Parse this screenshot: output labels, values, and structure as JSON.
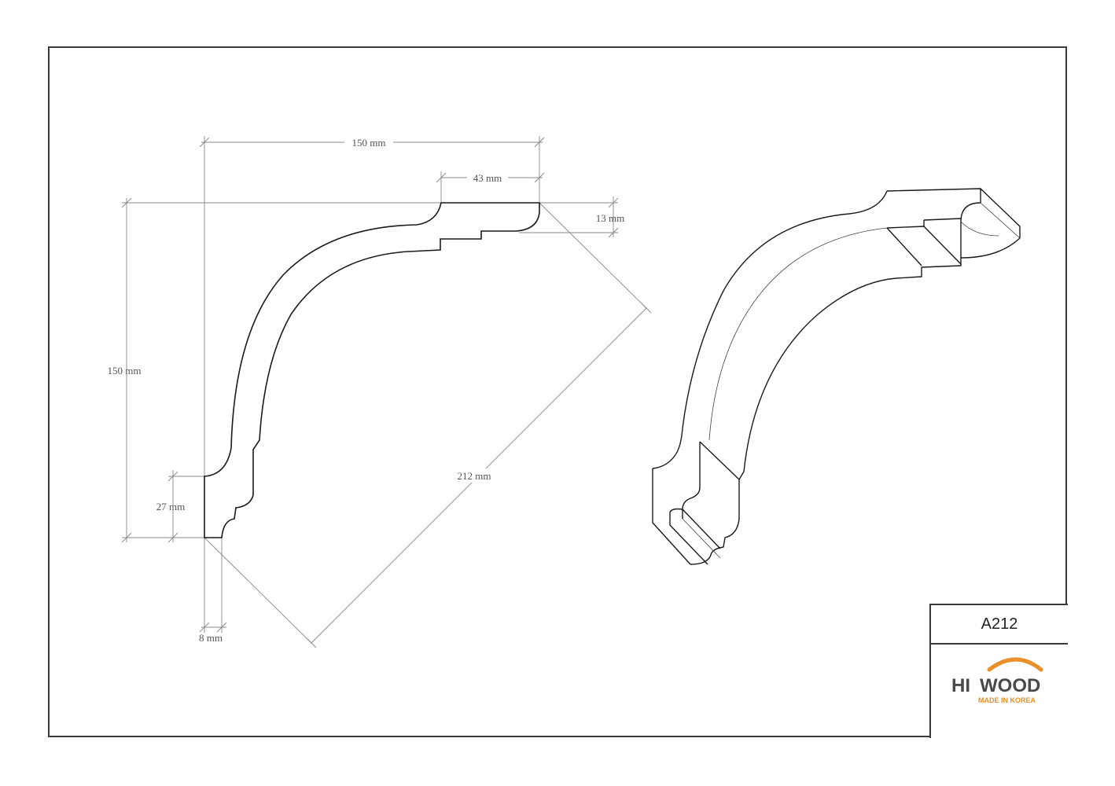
{
  "drawing": {
    "dimensions": {
      "top_width": "150 mm",
      "top_flat": "43 mm",
      "top_drop": "13 mm",
      "height": "150 mm",
      "diagonal": "212 mm",
      "bottom_flat": "27 mm",
      "bottom_return": "8 mm"
    }
  },
  "title_block": {
    "model": "A212",
    "logo": {
      "word1": "HI",
      "word2": "WOOD",
      "tagline": "MADE IN KOREA",
      "arc_color": "#e8902a",
      "text_color": "#4a4a4a"
    }
  }
}
